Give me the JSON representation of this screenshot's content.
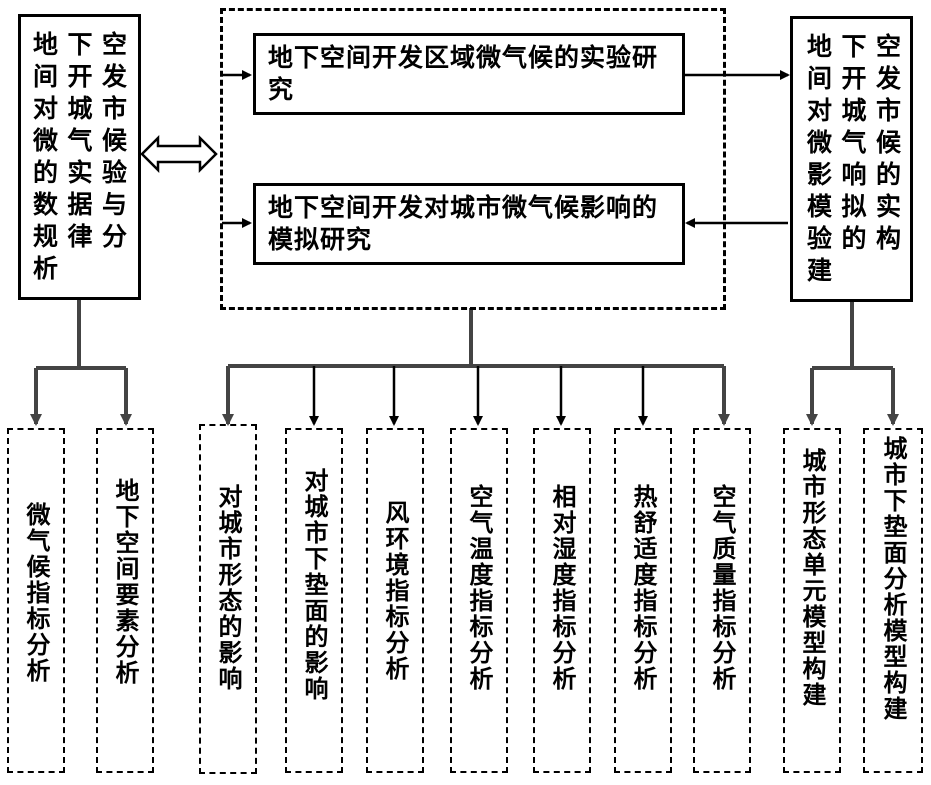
{
  "left_box": "地下空间开发对城市微气候的实验数据与规律分析",
  "right_box": "地下空间开发对城市微气候影响的模拟实验的构建",
  "center_top_box": "地下空间开发区域微气候的实验研究",
  "center_bottom_box": "地下空间开发对城市微气候影响的模拟研究",
  "bottom_items": [
    "微气候指标分析",
    "地下空间要素分析",
    "对城市形态的影响",
    "对城市下垫面的影响",
    "风环境指标分析",
    "空气温度指标分析",
    "相对湿度指标分析",
    "热舒适度指标分析",
    "空气质量指标分析",
    "城市形态单元模型构建",
    "城市下垫面分析模型构建"
  ]
}
